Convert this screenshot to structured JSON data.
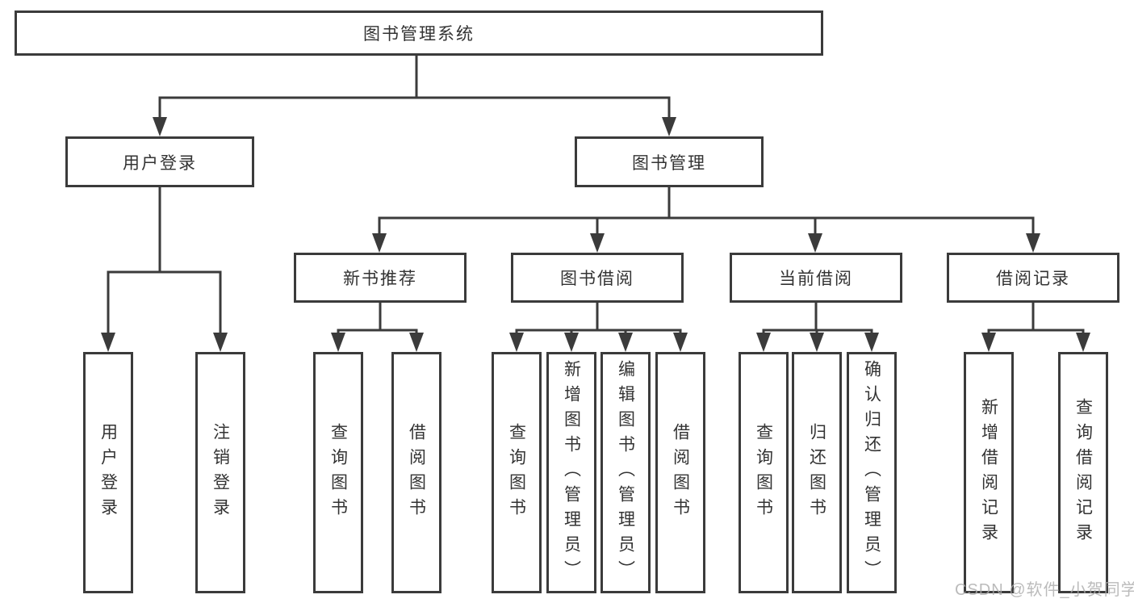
{
  "colors": {
    "line": "#3b3b3b",
    "box_border": "#3b3b3b",
    "box_fill": "#ffffff",
    "text": "#333333",
    "watermark": "#ababab",
    "background": "#ffffff"
  },
  "tree": {
    "root": {
      "label": "图书管理系统"
    },
    "branches": [
      {
        "label": "用户登录",
        "children": [
          {
            "label": "用户登录"
          },
          {
            "label": "注销登录"
          }
        ]
      },
      {
        "label": "图书管理",
        "children": [
          {
            "label": "新书推荐",
            "children": [
              {
                "label": "查询图书"
              },
              {
                "label": "借阅图书"
              }
            ]
          },
          {
            "label": "图书借阅",
            "children": [
              {
                "label": "查询图书"
              },
              {
                "label": "新增图书（管理员）"
              },
              {
                "label": "编辑图书（管理员）"
              },
              {
                "label": "借阅图书"
              }
            ]
          },
          {
            "label": "当前借阅",
            "children": [
              {
                "label": "查询图书"
              },
              {
                "label": "归还图书"
              },
              {
                "label": "确认归还（管理员）"
              }
            ]
          },
          {
            "label": "借阅记录",
            "children": [
              {
                "label": "新增借阅记录"
              },
              {
                "label": "查询借阅记录"
              }
            ]
          }
        ]
      }
    ]
  },
  "watermark": {
    "text": "CSDN @软件_小贺同学"
  }
}
